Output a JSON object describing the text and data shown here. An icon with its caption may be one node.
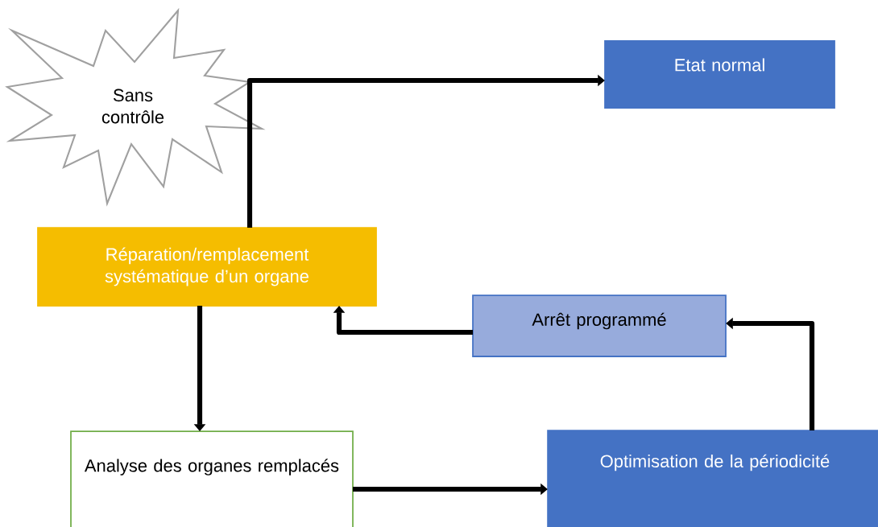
{
  "diagram": {
    "nodes": [
      {
        "text": [
          "Sans contrôle"
        ]
      },
      {
        "text": [
          "Etat normal"
        ]
      },
      {
        "text": [
          "Réparation/remplacement systématique d’un organe"
        ]
      },
      {
        "text": [
          "Arrêt programmé"
        ]
      },
      {
        "text": [
          "Analyse des organes remplacés"
        ]
      },
      {
        "text": [
          "Optimisation de la périodicité"
        ]
      }
    ],
    "edges": [
      {
        "from": 2,
        "to": 1,
        "arrow": "to"
      },
      {
        "from": 2,
        "to": 4,
        "arrow": "to"
      },
      {
        "from": 4,
        "to": 5,
        "arrow": "to"
      },
      {
        "from": 5,
        "to": 3,
        "arrow": "to"
      },
      {
        "from": 3,
        "to": 2,
        "arrow": "to"
      }
    ]
  }
}
